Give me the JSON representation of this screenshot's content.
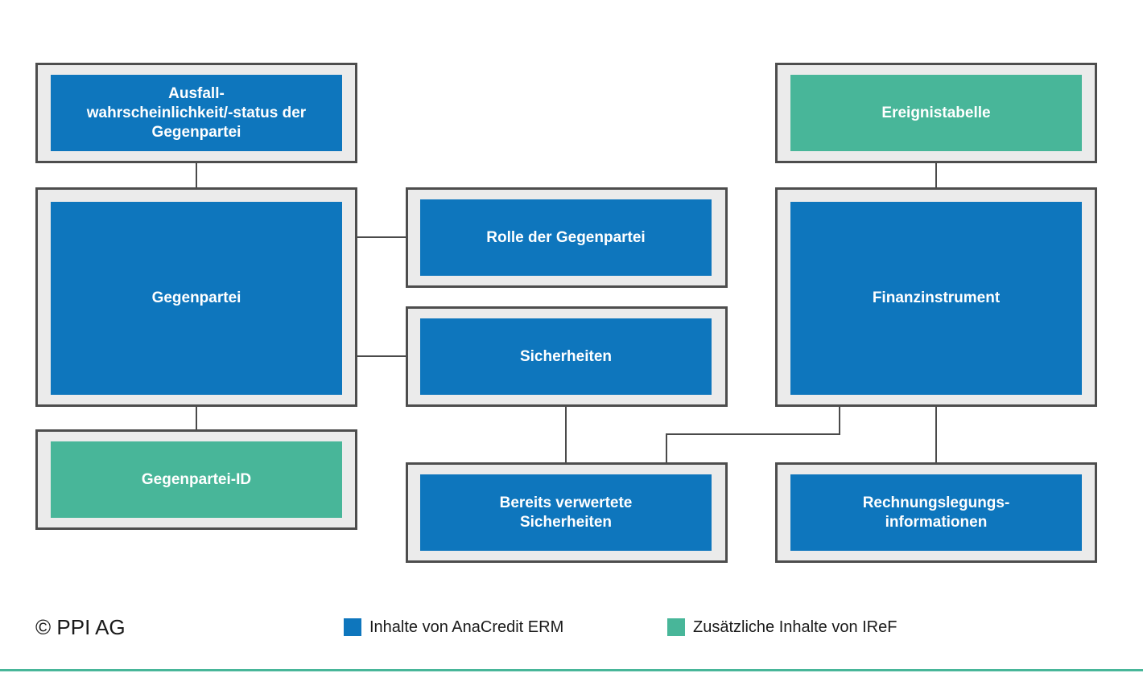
{
  "colors": {
    "anacredit_blue": "#0e76bd",
    "iref_green": "#48b699",
    "frame_fill": "#ebebeb",
    "frame_border": "#4d4d4d"
  },
  "boxes": {
    "ausfall": "Ausfall-\nwahrscheinlichkeit/-status der\nGegenpartei",
    "gegenpartei": "Gegenpartei",
    "gegenpartei_id": "Gegenpartei-ID",
    "rolle": "Rolle der Gegenpartei",
    "sicherheiten": "Sicherheiten",
    "bereits_verwertete": "Bereits verwertete\nSicherheiten",
    "ereignistabelle": "Ereignistabelle",
    "finanzinstrument": "Finanzinstrument",
    "rechnungslegung": "Rechnungslegungs-\ninformationen"
  },
  "footer": {
    "copyright": "© PPI AG"
  },
  "legend": {
    "anacredit": "Inhalte von AnaCredit ERM",
    "iref": "Zusätzliche Inhalte von IReF"
  }
}
